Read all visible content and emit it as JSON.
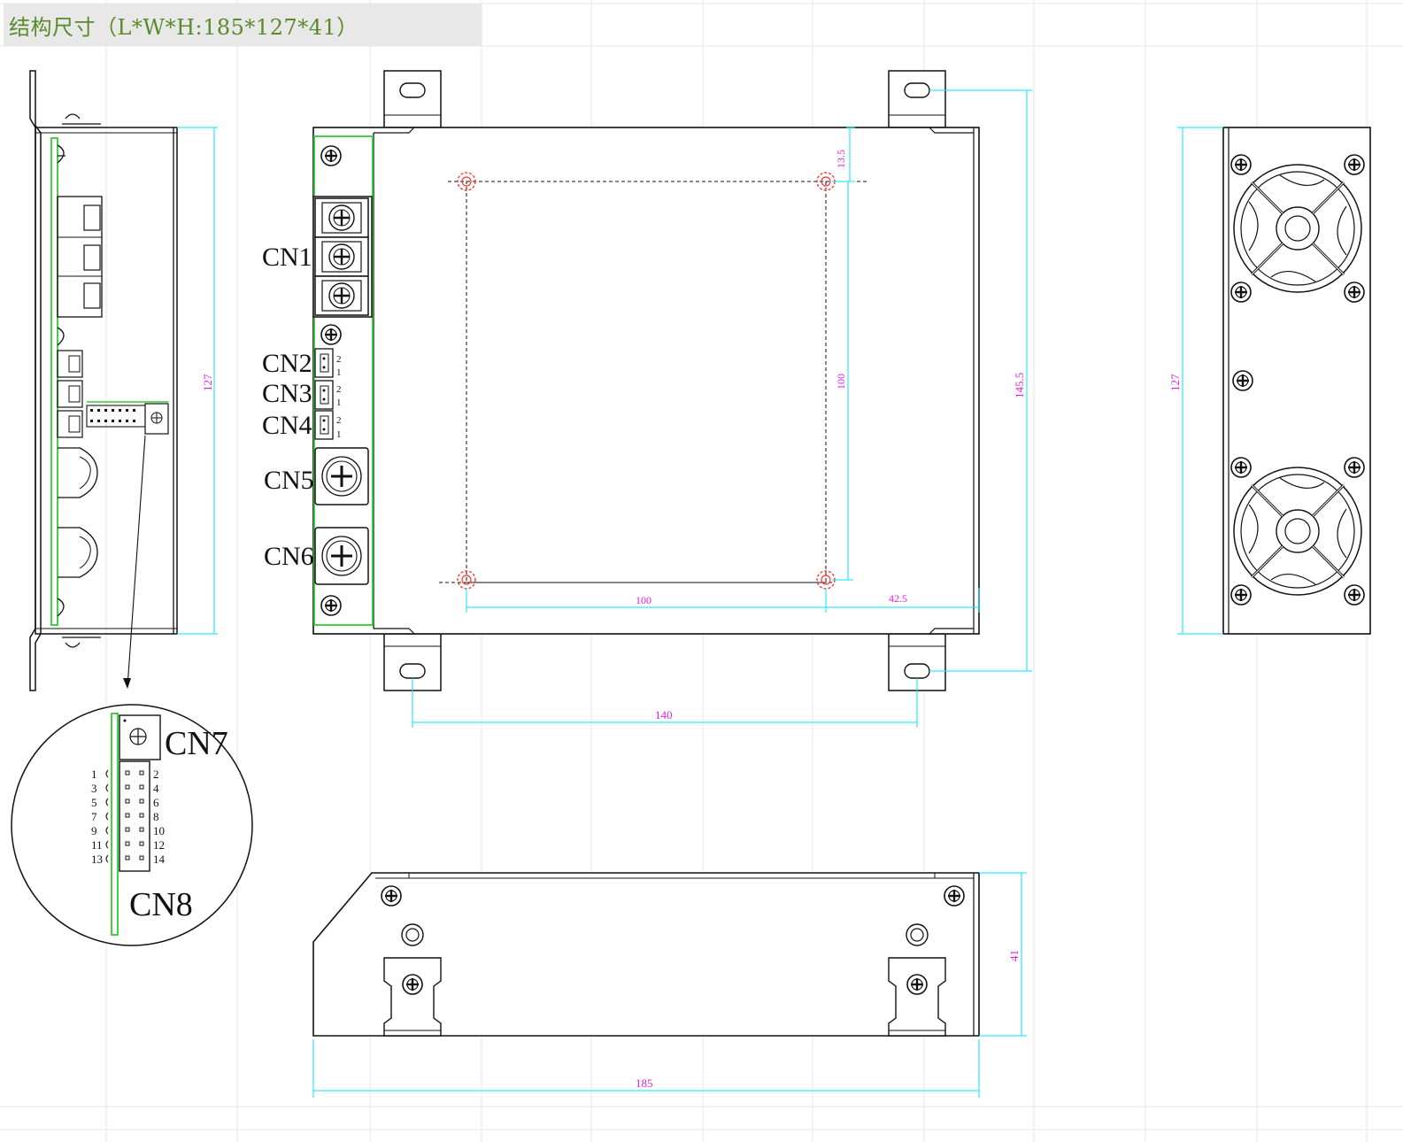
{
  "title": "结构尺寸（L*W*H:185*127*41）",
  "connectors": {
    "cn1": "CN1",
    "cn2": "CN2",
    "cn3": "CN3",
    "cn4": "CN4",
    "cn5": "CN5",
    "cn6": "CN6",
    "cn7": "CN7",
    "cn8": "CN8"
  },
  "small_pins": {
    "p2": "2",
    "p1": "1"
  },
  "cn8_pins_left": [
    "1",
    "3",
    "5",
    "7",
    "9",
    "11",
    "13"
  ],
  "cn8_pins_right": [
    "2",
    "4",
    "6",
    "8",
    "10",
    "12",
    "14"
  ],
  "dimensions": {
    "left_height": "127",
    "hole_top_offset": "13.5",
    "hole_vertical": "100",
    "hole_horizontal": "100",
    "right_offset": "42.5",
    "overall_height": "145.5",
    "mount_spacing": "140",
    "fan_height": "127",
    "bottom_height": "41",
    "bottom_length": "185"
  },
  "colors": {
    "dimension_line": "#00e5ff",
    "dimension_text": "#e020e0",
    "pcb": "#33cc33",
    "hole_mark": "#ff3333",
    "title_text": "#5a8a2c"
  }
}
